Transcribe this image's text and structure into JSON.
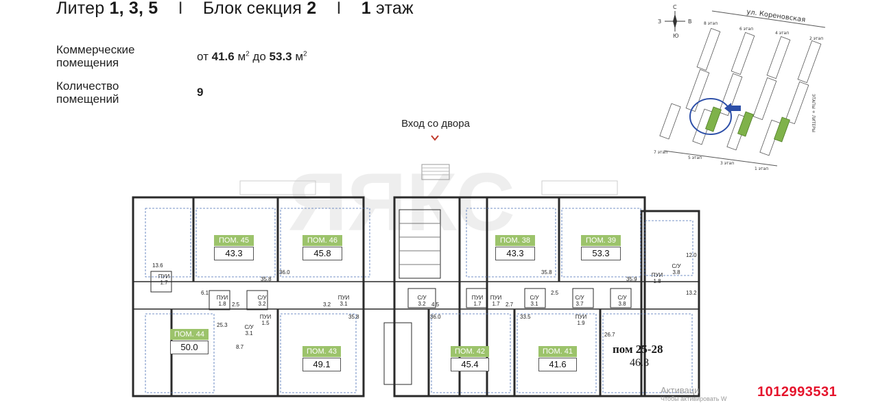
{
  "header": {
    "liter_word": "Литер",
    "liter_value": "1, 3, 5",
    "section_word": "Блок секция",
    "section_value": "2",
    "floor_value": "1",
    "floor_word": "этаж"
  },
  "stats": {
    "commercial_label": "Коммерческие помещения",
    "area_from_word": "от",
    "area_from": "41.6",
    "area_to_word": "до",
    "area_to": "53.3",
    "area_unit": "м",
    "count_label": "Количество помещений",
    "count_value": "9"
  },
  "entrance": {
    "label": "Вход со двора",
    "icon": "chevron-down-icon",
    "color": "#c0392b"
  },
  "plan": {
    "accent": "#9cc36b",
    "rooms": [
      {
        "tag": "ПОМ. 45",
        "area": "43.3"
      },
      {
        "tag": "ПОМ. 46",
        "area": "45.8"
      },
      {
        "tag": "ПОМ. 38",
        "area": "43.3"
      },
      {
        "tag": "ПОМ. 39",
        "area": "53.3"
      },
      {
        "tag": "ПОМ. 44",
        "area": "50.0"
      },
      {
        "tag": "ПОМ. 43",
        "area": "49.1"
      },
      {
        "tag": "ПОМ. 42",
        "area": "45.4"
      },
      {
        "tag": "ПОМ. 41",
        "area": "41.6"
      }
    ],
    "small_labels": [
      "13.6",
      "ПУИ 1.7",
      "6.1",
      "ПУИ 1.8",
      "2.5",
      "С/У 3.2",
      "35.8",
      "36.0",
      "3.2",
      "ПУИ 3.1",
      "25.3",
      "ПУИ 1.5",
      "С/У 3.1",
      "8.7",
      "35.8",
      "С/У 3.2",
      "4.5",
      "ПУИ 1.7",
      "ПУИ 1.7",
      "2.7",
      "С/У 3.1",
      "35.8",
      "2.5",
      "С/У 3.7",
      "С/У 3.8",
      "ПУИ 1.8",
      "С/У 3.8",
      "12.0",
      "35.9",
      "13.2",
      "36.0",
      "33.5",
      "ПУИ 1.9",
      "26.7"
    ],
    "merged_label": "пом 25-28",
    "merged_area": "46.8"
  },
  "minimap": {
    "street": "ул. Кореновская",
    "compass": {
      "n": "С",
      "s": "Ю",
      "w": "З",
      "e": "В"
    },
    "stages": [
      "8 этап",
      "6 этап",
      "4 этап",
      "2 этап",
      "7 этап",
      "5 этап",
      "3 этап",
      "1 этап"
    ],
    "side_label": "ЭТАПЫ + ЛИТЕРЫ",
    "highlight_color": "#7fb24a",
    "arrow_color": "#2d4fa8"
  },
  "watermark": {
    "line1": "Активаци",
    "line2": "Чтобы активировать W"
  },
  "listing": {
    "id": "1012993531",
    "color": "#e5142c"
  }
}
